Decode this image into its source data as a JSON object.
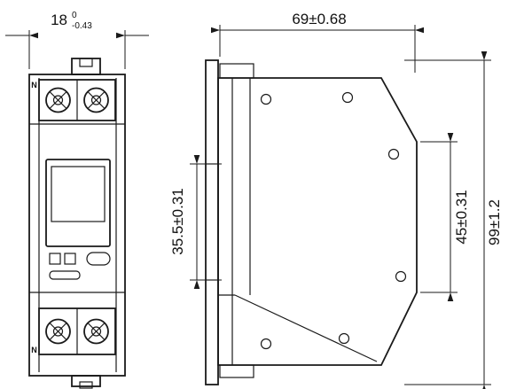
{
  "dimensions": {
    "width_value": "18",
    "width_tol_upper": "0",
    "width_tol_lower": "-0.43",
    "depth": "69±0.68",
    "rail_slot_height": "35.5±0.31",
    "front_height": "45±0.31",
    "overall_height": "99±1.2"
  },
  "labels": {
    "terminal_top": "N",
    "terminal_bottom": "N"
  },
  "colors": {
    "line": "#1a1a1a",
    "background": "#ffffff"
  }
}
